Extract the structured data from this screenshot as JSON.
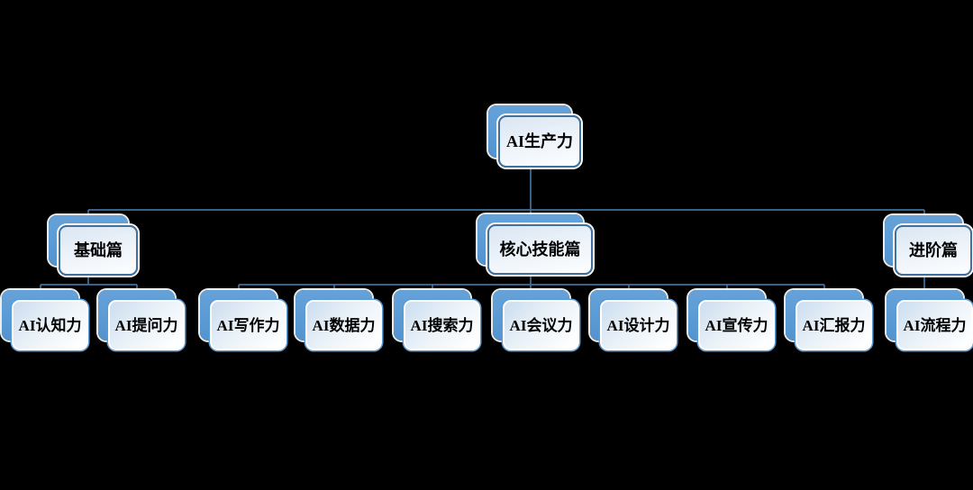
{
  "diagram": {
    "type": "org-chart-tree",
    "root": {
      "label": "AI生产力"
    },
    "branches": [
      {
        "label": "基础篇",
        "children": [
          "AI认知力",
          "AI提问力"
        ]
      },
      {
        "label": "核心技能篇",
        "children": [
          "AI写作力",
          "AI数据力",
          "AI搜索力",
          "AI会议力",
          "AI设计力",
          "AI宣传力",
          "AI汇报力"
        ]
      },
      {
        "label": "进阶篇",
        "children": [
          "AI流程力"
        ]
      }
    ]
  },
  "colors": {
    "background": "#000000",
    "node_back_fill": "#5B9BD5",
    "node_front_border": "#41719C",
    "node_front_fill_top": "#DAE6F3",
    "node_front_fill_bottom": "#FDFEFF",
    "leaf_outline": "#5B9BD5",
    "connector": "#41719C",
    "text": "#000000"
  }
}
